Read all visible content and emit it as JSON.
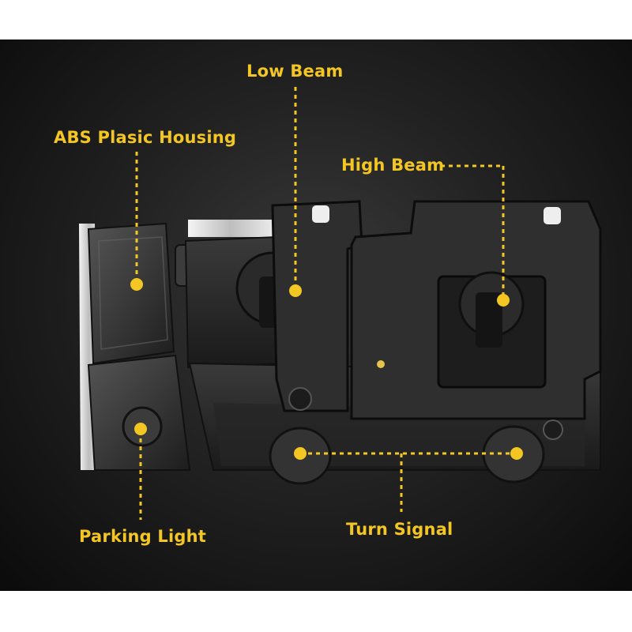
{
  "callouts": {
    "low_beam": "Low Beam",
    "abs_housing": "ABS Plasic Housing",
    "high_beam": "High Beam",
    "parking_light": "Parking Light",
    "turn_signal": "Turn Signal"
  },
  "colors": {
    "accent": "#f3c623",
    "background": "#1c1c1c",
    "housing": "#2b2b2b"
  }
}
